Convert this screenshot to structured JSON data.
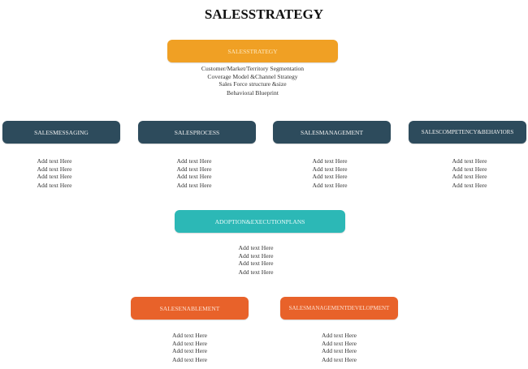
{
  "title": "SALESSTRATEGY",
  "top": {
    "label": "SALESSTRATEGY",
    "color": "#f0a024",
    "lines": [
      "Customer/Market/Territory   Segmentation",
      "Coverage  Model &Channel  Strategy",
      "Sales  Force  structure  &size",
      "Behavioral Blueprint"
    ]
  },
  "row1": [
    {
      "label": "SALESMESSAGING",
      "lines": [
        "Add text Here",
        "Add text Here",
        "Add text Here",
        "Add text Here"
      ]
    },
    {
      "label": "SALESPROCESS",
      "lines": [
        "Add text Here",
        "Add text Here",
        "Add text Here",
        "Add text Here"
      ]
    },
    {
      "label": "SALESMANAGEMENT",
      "lines": [
        "Add text Here",
        "Add text Here",
        "Add text Here",
        "Add text Here"
      ]
    },
    {
      "label": "SALESCOMPETENCY&BEHAVIORS",
      "lines": [
        "Add text Here",
        "Add text Here",
        "Add text Here",
        "Add text Here"
      ]
    }
  ],
  "middle": {
    "label": "ADOPTION&EXECUTIONPLANS",
    "color": "#2cb8b6",
    "lines": [
      "Add text Here",
      "Add text Here",
      "Add text Here",
      "Add text Here"
    ]
  },
  "row3": [
    {
      "label": "SALESENABLEMENT",
      "lines": [
        "Add text Here",
        "Add text Here",
        "Add text Here",
        "Add text Here"
      ]
    },
    {
      "label": "SALESMANAGEMENTDEVELOPMENT",
      "lines": [
        "Add text Here",
        "Add text Here",
        "Add text Here",
        "Add text Here"
      ]
    }
  ],
  "colors": {
    "navy": "#2d4b5c",
    "orange": "#f0a024",
    "teal": "#2cb8b6",
    "red": "#e8622a"
  }
}
